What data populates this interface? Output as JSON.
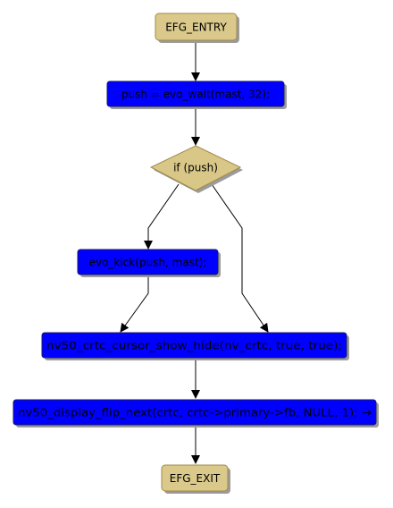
{
  "diagram": {
    "colors": {
      "terminal_fill": "#dac98a",
      "terminal_stroke": "#a08a48",
      "action_fill": "#0000ff",
      "action_stroke": "#1a1a66",
      "decision_fill": "#d9c788",
      "decision_stroke": "#a08a48",
      "shadow": "#9b9b9b",
      "edge": "#000000"
    },
    "nodes": {
      "entry": {
        "label": "EFG_ENTRY"
      },
      "evo_wait": {
        "label": "push = evo_wait(mast, 32);"
      },
      "if_push": {
        "label": "if (push)"
      },
      "evo_kick": {
        "label": "evo_kick(push, mast);"
      },
      "cursor_show_hide": {
        "label": "nv50_crtc_cursor_show_hide(nv_crtc, true, true);"
      },
      "flip_next": {
        "label": "nv50_display_flip_next(crtc, crtc->primary->fb, NULL, 1); →"
      },
      "exit": {
        "label": "EFG_EXIT"
      }
    }
  }
}
